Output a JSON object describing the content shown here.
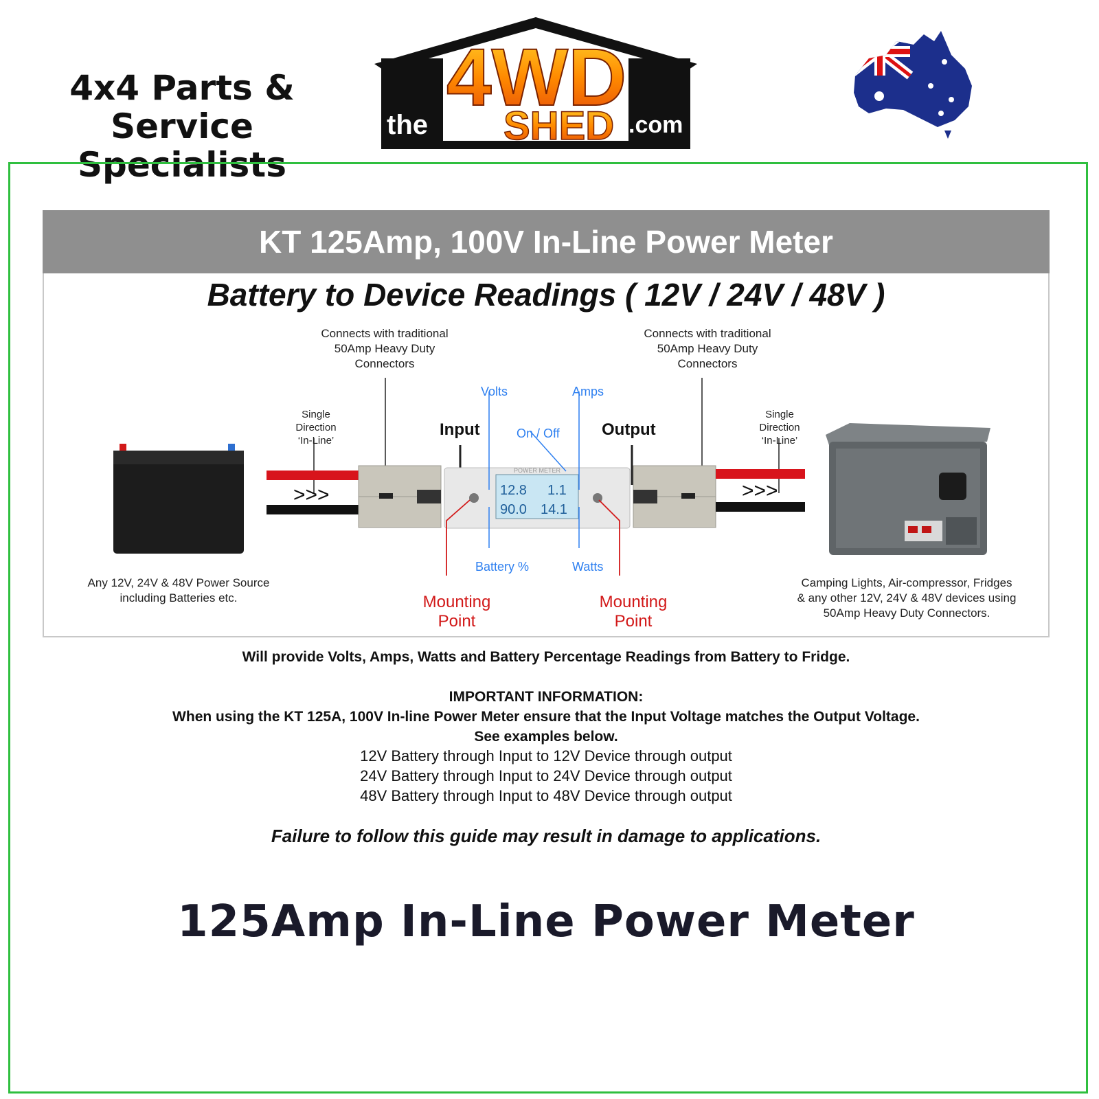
{
  "header": {
    "tagline_line1": "4x4 Parts & Service",
    "tagline_line2": "Specialists",
    "logo": {
      "prefix": "the",
      "big": "4WD",
      "middle": "SHED",
      "suffix": ".com"
    }
  },
  "diagram": {
    "title": "KT 125Amp, 100V In-Line Power Meter",
    "subtitle": "Battery to Device Readings ( 12V / 24V /  48V )",
    "connectors_note_left": [
      "Connects with traditional",
      "50Amp Heavy Duty",
      "Connectors"
    ],
    "connectors_note_right": [
      "Connects with traditional",
      "50Amp Heavy Duty",
      "Connectors"
    ],
    "direction_left": [
      "Single",
      "Direction",
      "‘In-Line’"
    ],
    "direction_right": [
      "Single",
      "Direction",
      "‘In-Line’"
    ],
    "arrow_left": ">>>",
    "arrow_right": ">>>",
    "input_label": "Input",
    "output_label": "Output",
    "volts_label": "Volts",
    "amps_label": "Amps",
    "onoff_label": "On / Off",
    "battery_pct_label": "Battery %",
    "watts_label": "Watts",
    "mounting_left": [
      "Mounting",
      "Point"
    ],
    "mounting_right": [
      "Mounting",
      "Point"
    ],
    "lcd": {
      "volts": "12.8",
      "amps": "1.1",
      "percent": "90.0",
      "watts": "14.1",
      "brand": "POWER METER"
    },
    "source_caption": [
      "Any 12V, 24V & 48V Power Source",
      "including Batteries etc."
    ],
    "device_caption": [
      "Camping Lights, Air-compressor, Fridges",
      "& any other 12V, 24V & 48V devices using",
      "50Amp Heavy Duty Connectors."
    ],
    "colors": {
      "positive_wire": "#d8141c",
      "negative_wire": "#111111",
      "label_blue": "#2d7ff0",
      "label_red": "#d21919",
      "frame_green": "#2fbf3f"
    }
  },
  "info": {
    "summary": "Will provide Volts, Amps, Watts and Battery Percentage Readings from Battery to Fridge.",
    "important_heading": "IMPORTANT INFORMATION:",
    "important_line1": "When using the KT 125A, 100V In-line Power Meter ensure that the Input Voltage matches the Output Voltage.",
    "important_line2": "See examples below.",
    "examples": [
      "12V Battery through Input to 12V Device through output",
      "24V Battery through Input to 24V Device through output",
      "48V Battery through Input to 48V Device through output"
    ],
    "warning": "Failure to follow this guide may result in damage to applications."
  },
  "product_title": "125Amp In-Line Power Meter"
}
